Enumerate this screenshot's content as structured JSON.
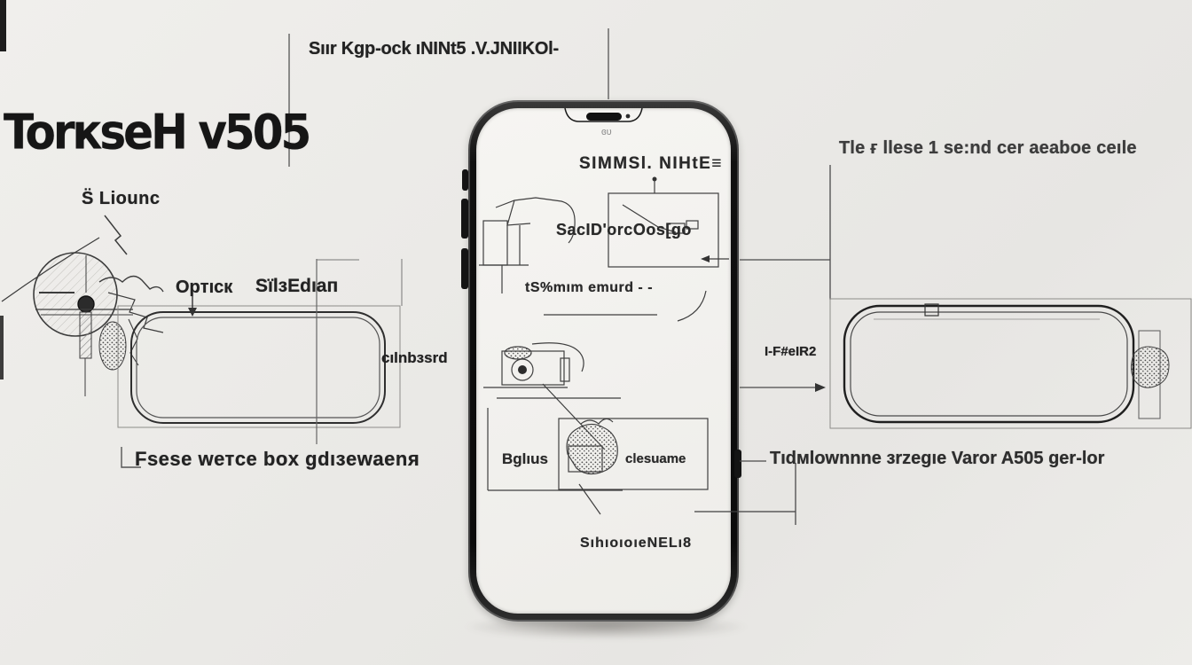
{
  "colors": {
    "background": "#eae9e6",
    "ink": "#1c1c1c",
    "line": "#4a4a4a",
    "screen": "#f4f3f0",
    "phone_frame": "#141414"
  },
  "header": {
    "title": "TorкseH v505",
    "subtitle": "S̈ Liounc"
  },
  "callouts": {
    "top_center": "Sıır Kgp-ock ıNINt5 .V.JNIIKOl-",
    "left_optic": "Opтıcк",
    "left_sliedari": "SïlɜEdıaп",
    "left_cinbesrv": "cılnbɜsrd",
    "bottom_left": "Fsese wетcе box gdıзewaenя",
    "right_top": "Tle ғ llese 1 se:nd cer aeaboe ceıle",
    "right_mid": "I-F#eIR2",
    "right_bottom": "Tıdмlownnne зrzegıe Varor A505 ger-lor"
  },
  "phone_screen": {
    "caption_top": "SIMMSl. NIHtE≡",
    "caption_upper": "SacID'orcOos[go",
    "caption_mid": "tS%mım emurd -  -",
    "caption_lower_left": "Bglıus",
    "caption_lower_right": "clesuame",
    "caption_bottom": "SıhıoıoıeNELı8",
    "logo_mark": "ɞυ"
  }
}
